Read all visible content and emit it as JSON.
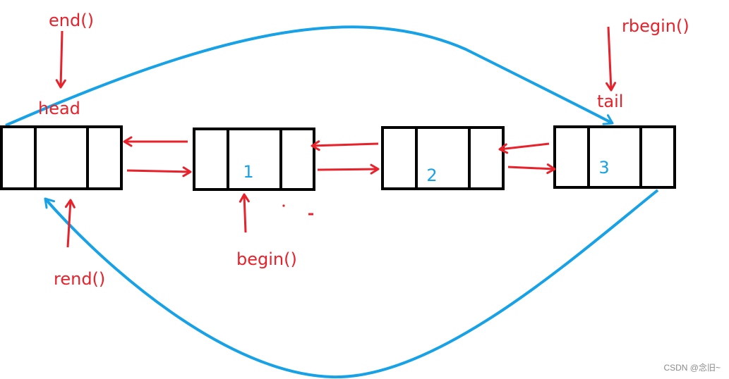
{
  "labels": {
    "end": "end()",
    "head": "head",
    "rbegin": "rbegin()",
    "tail": "tail",
    "begin": "begin()",
    "rend": "rend()"
  },
  "nodes": [
    {
      "value": ""
    },
    {
      "value": "1"
    },
    {
      "value": "2"
    },
    {
      "value": "3"
    }
  ],
  "watermark": "CSDN @念旧~",
  "colors": {
    "node_border": "#000000",
    "label": "#e8212a",
    "value": "#17a1e6",
    "link_arrow": "#e8212a",
    "circular_curve": "#17a1e6"
  }
}
